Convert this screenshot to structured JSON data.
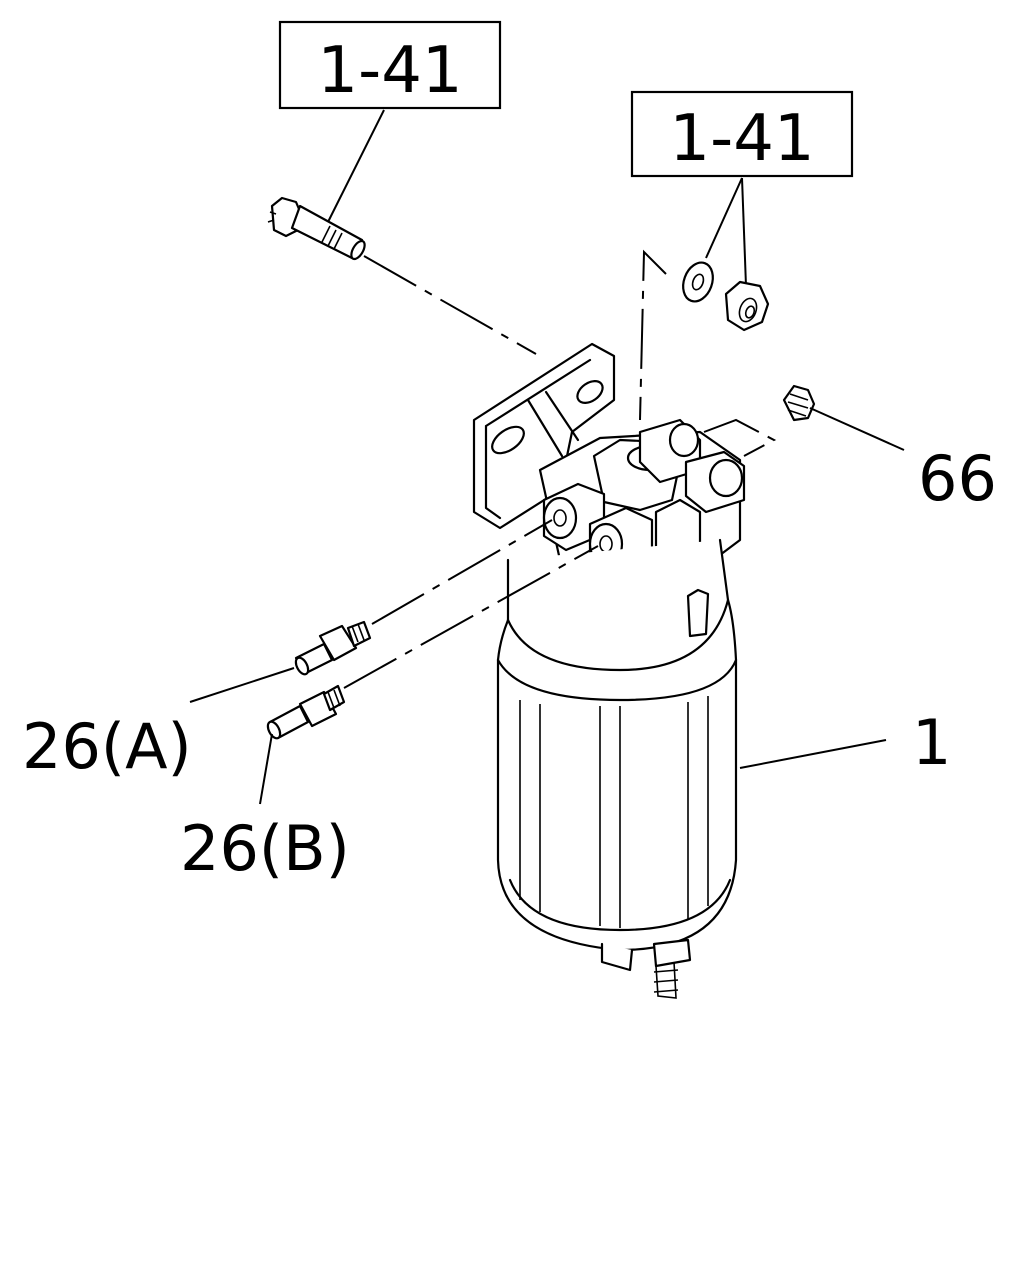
{
  "references": [
    {
      "text": "1-41"
    },
    {
      "text": "1-41"
    }
  ],
  "callouts": {
    "part_66": "66",
    "part_1": "1",
    "part_26a": "26(A)",
    "part_26b": "26(B)"
  }
}
